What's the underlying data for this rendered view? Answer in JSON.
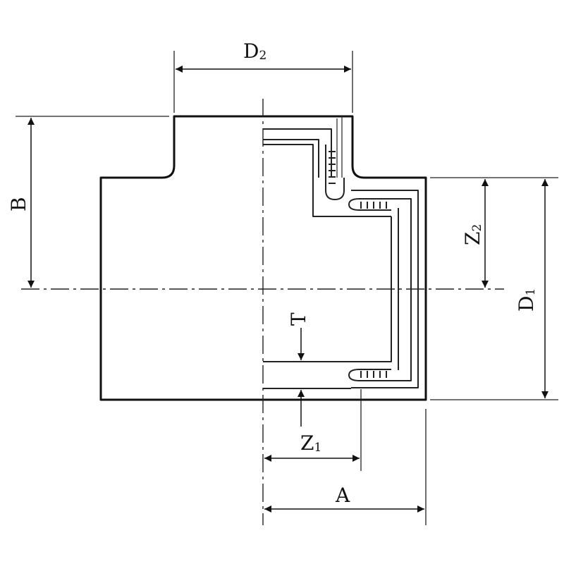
{
  "dimensions": {
    "D2": {
      "main": "D",
      "sub": "2"
    },
    "D1": {
      "main": "D",
      "sub": "1"
    },
    "Z2": {
      "main": "Z",
      "sub": "2"
    },
    "Z1": {
      "main": "Z",
      "sub": "1"
    },
    "B": {
      "main": "B"
    },
    "T": {
      "main": "T"
    },
    "A": {
      "main": "A"
    }
  }
}
